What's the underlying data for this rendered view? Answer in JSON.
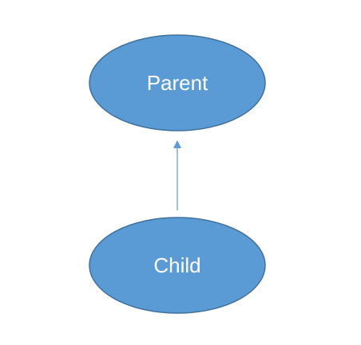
{
  "diagram": {
    "nodes": [
      {
        "id": "parent",
        "label": "Parent",
        "shape": "ellipse"
      },
      {
        "id": "child",
        "label": "Child",
        "shape": "ellipse"
      }
    ],
    "edges": [
      {
        "from": "child",
        "to": "parent",
        "style": "arrow"
      }
    ]
  },
  "colors": {
    "node_fill": "#5B9BD5",
    "node_stroke": "#41719C",
    "label_text": "#FFFFFF",
    "edge": "#5B9BD5",
    "background": "#FFFFFF"
  }
}
